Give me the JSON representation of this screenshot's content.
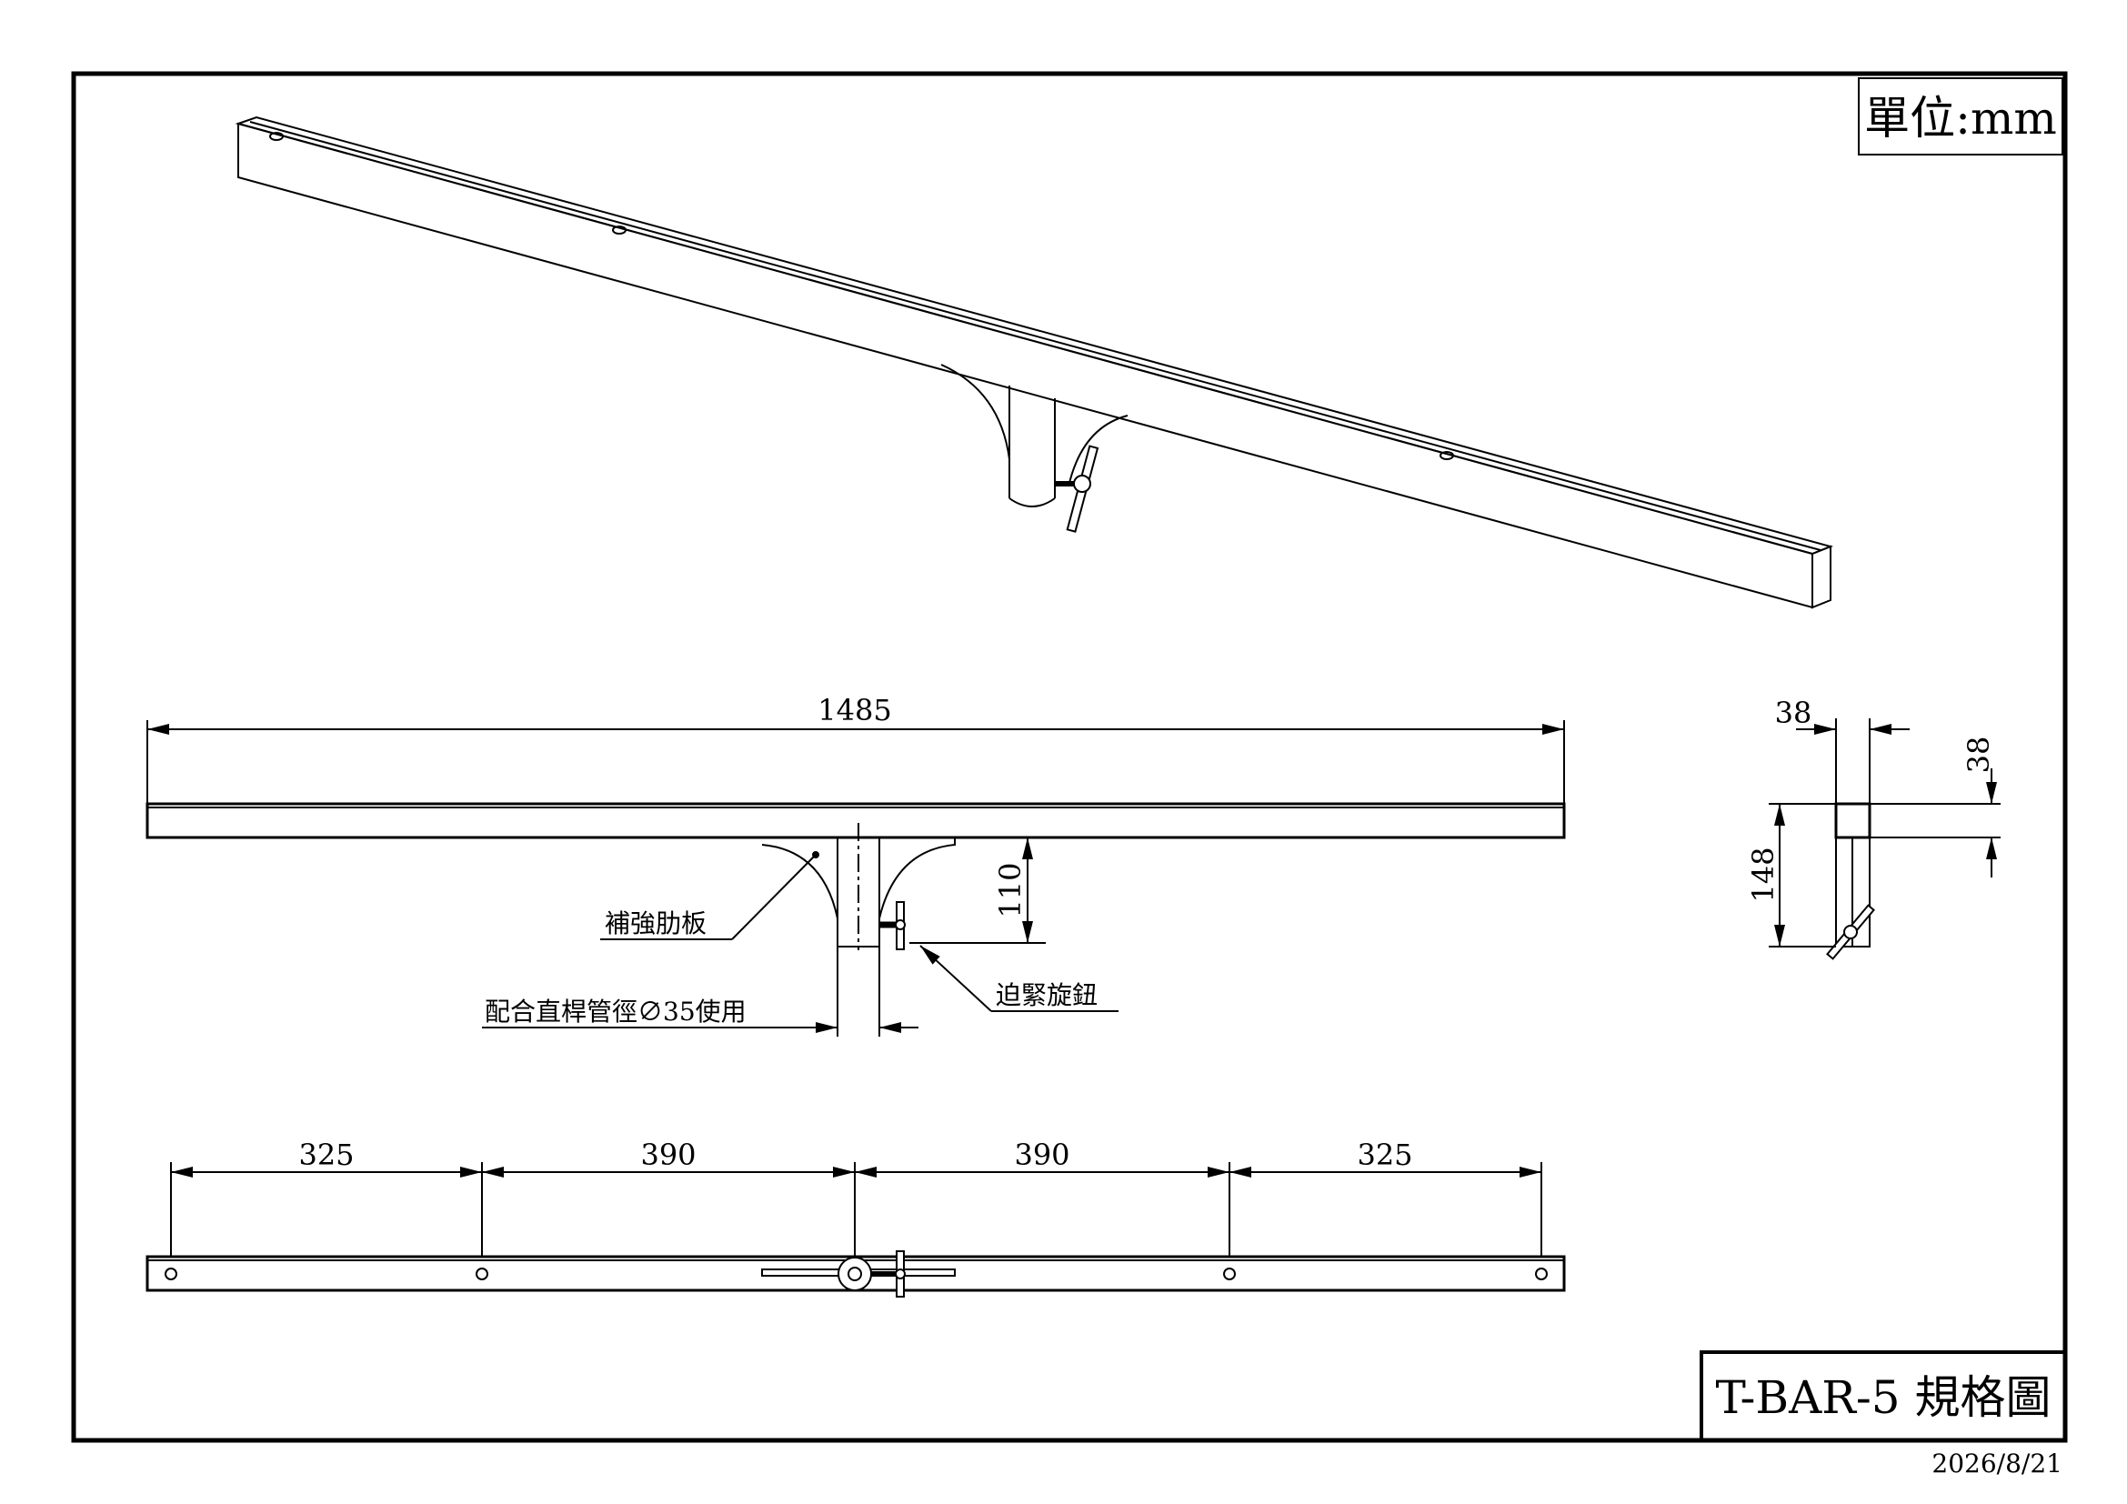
{
  "unit_label": "單位:mm",
  "title": "T-BAR-5 規格圖",
  "date": "2026/8/21",
  "front_view": {
    "overall_length": "1485",
    "gusset_height": "110",
    "gusset_label": "補強肋板",
    "knob_label": "迫緊旋鈕",
    "pipe_note": "配合直桿管徑∅35使用"
  },
  "side_view": {
    "width": "38",
    "height": "38",
    "total_height": "148"
  },
  "bottom_view": {
    "spacings": [
      "325",
      "390",
      "390",
      "325"
    ]
  }
}
